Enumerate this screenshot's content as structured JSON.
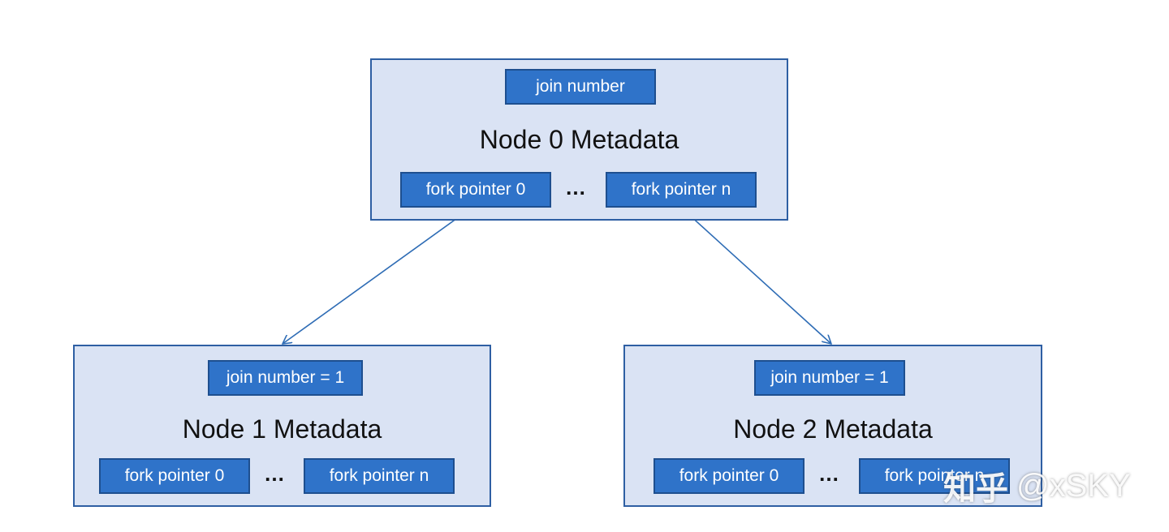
{
  "colors": {
    "node_fill": "#dae3f4",
    "node_border": "#2e5fa3",
    "field_fill": "#2f73c9",
    "edge": "#2e6cb5"
  },
  "nodes": [
    {
      "title": "Node 0 Metadata",
      "join": "join number",
      "fork_first": "fork pointer 0",
      "ellipsis": "…",
      "fork_last": "fork pointer n"
    },
    {
      "title": "Node 1 Metadata",
      "join": "join number = 1",
      "fork_first": "fork pointer 0",
      "ellipsis": "…",
      "fork_last": "fork pointer n"
    },
    {
      "title": "Node 2 Metadata",
      "join": "join number = 1",
      "fork_first": "fork pointer 0",
      "ellipsis": "…",
      "fork_last": "fork pointer n"
    }
  ],
  "edges": [
    {
      "from": "node0.fork_first",
      "to": "node1"
    },
    {
      "from": "node0.fork_last",
      "to": "node2"
    }
  ],
  "watermark": {
    "logo": "知乎",
    "handle": "@xSKY"
  }
}
